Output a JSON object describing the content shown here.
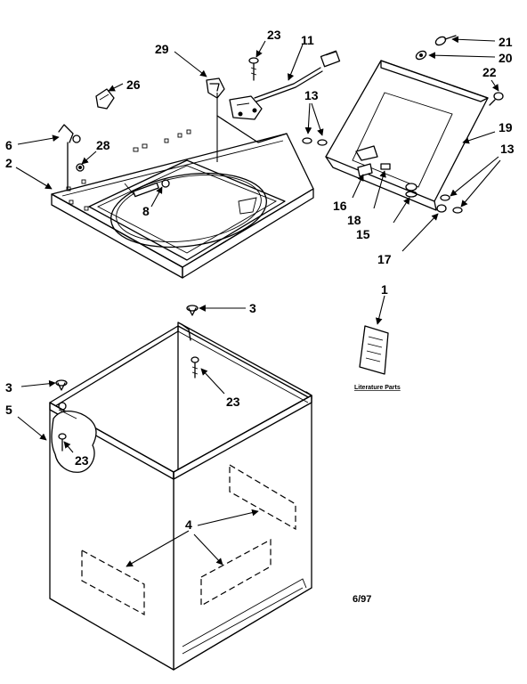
{
  "callouts": {
    "c29": "29",
    "c23_top": "23",
    "c11": "11",
    "c26": "26",
    "c6": "6",
    "c28": "28",
    "c2": "2",
    "c8": "8",
    "c21": "21",
    "c20": "20",
    "c22": "22",
    "c13_upper": "13",
    "c19": "19",
    "c13_right": "13",
    "c16": "16",
    "c18": "18",
    "c15": "15",
    "c17": "17",
    "c1": "1",
    "c3_upper": "3",
    "c23_mid": "23",
    "c3_left": "3",
    "c5": "5",
    "c23_low": "23",
    "c4": "4"
  },
  "literature_label": "Literature Parts",
  "date_code": "6/97"
}
